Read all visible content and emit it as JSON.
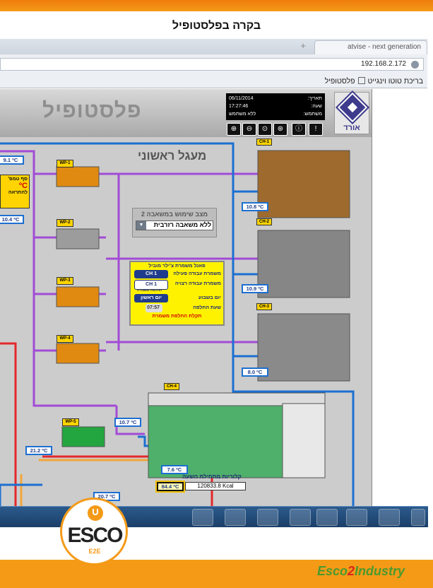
{
  "slide": {
    "title": "בקרה בפלסטופיל"
  },
  "browser": {
    "tab_title": "atvise - next generation",
    "tab_close": "×",
    "new_tab": "+",
    "address": "192.168.2.172",
    "favorites": [
      "בריכת טוטו וינגייט",
      "פלסטופיל"
    ]
  },
  "scada": {
    "header_title": "פלסטופיל",
    "datetime": {
      "date_label": "תאריך:",
      "date": "06/11/2014",
      "time_label": "שעה:",
      "time": "17:27:46",
      "user_label": "משתמש:",
      "user": "ללא משתמש"
    },
    "toolbar_icons": [
      "zoom-in-icon",
      "zoom-out-icon",
      "zoom-reset-icon",
      "zoom-fit-icon",
      "info-icon",
      "alarm-icon"
    ],
    "logo_text": "אורד",
    "circuit_title": "מעגל ראשוני",
    "chillers": [
      {
        "label": "CH-1",
        "temp": "10.8 ºC"
      },
      {
        "label": "CH-2",
        "temp": "10.9 ºC"
      },
      {
        "label": "CH-3",
        "temp": "8.0 ºC"
      },
      {
        "label": "CH-4",
        "temp": "7.6 ºC"
      }
    ],
    "pumps": [
      "WP-1",
      "WP-2",
      "WP-3",
      "WP-4",
      "WP-5"
    ],
    "left_temps": [
      "9.1 ºC",
      "10.4 ºC",
      "21.2 ºC",
      "20.7 ºC"
    ],
    "wp5_temp": "10.7 ºC",
    "ch4_supply_temp": "84.4 ºC",
    "side_box": {
      "line1": "סף טמפ'",
      "unit": "ºC",
      "line2": "להתראה"
    },
    "mode": {
      "title": "מצב שימוש במשאבה 2",
      "value": "ללא משאבה רזרבית"
    },
    "shift": {
      "title": "פאנל משמרת צ'ילר מוביל",
      "active_label": "משמרת עבודה פעילה",
      "active_value": "CH 1",
      "desired_label": "משמרת עבודה רצויה",
      "desired_value": "CH 1",
      "hint": "החלפת משמרת",
      "day_label": "יום בשבוע",
      "day_value": "יום ראשון",
      "time_label": "שעת החלפה",
      "time_value": "07:57",
      "fault": "תקלת החלפת משמרת"
    },
    "calories": {
      "label": "קלוריות מתחילת השעה",
      "value": "120833.8 Kcal"
    }
  },
  "colors": {
    "accent": "#f49a17",
    "pipe_purple": "#a24bd6",
    "pipe_blue": "#1c6fd1",
    "pipe_red": "#e5282a",
    "pipe_orange": "#f2a63a"
  },
  "footer": {
    "logo_main": "ESCO",
    "logo_sub": "E2E",
    "brand_1": "Esco",
    "brand_2": "2",
    "brand_3": "Industry"
  }
}
